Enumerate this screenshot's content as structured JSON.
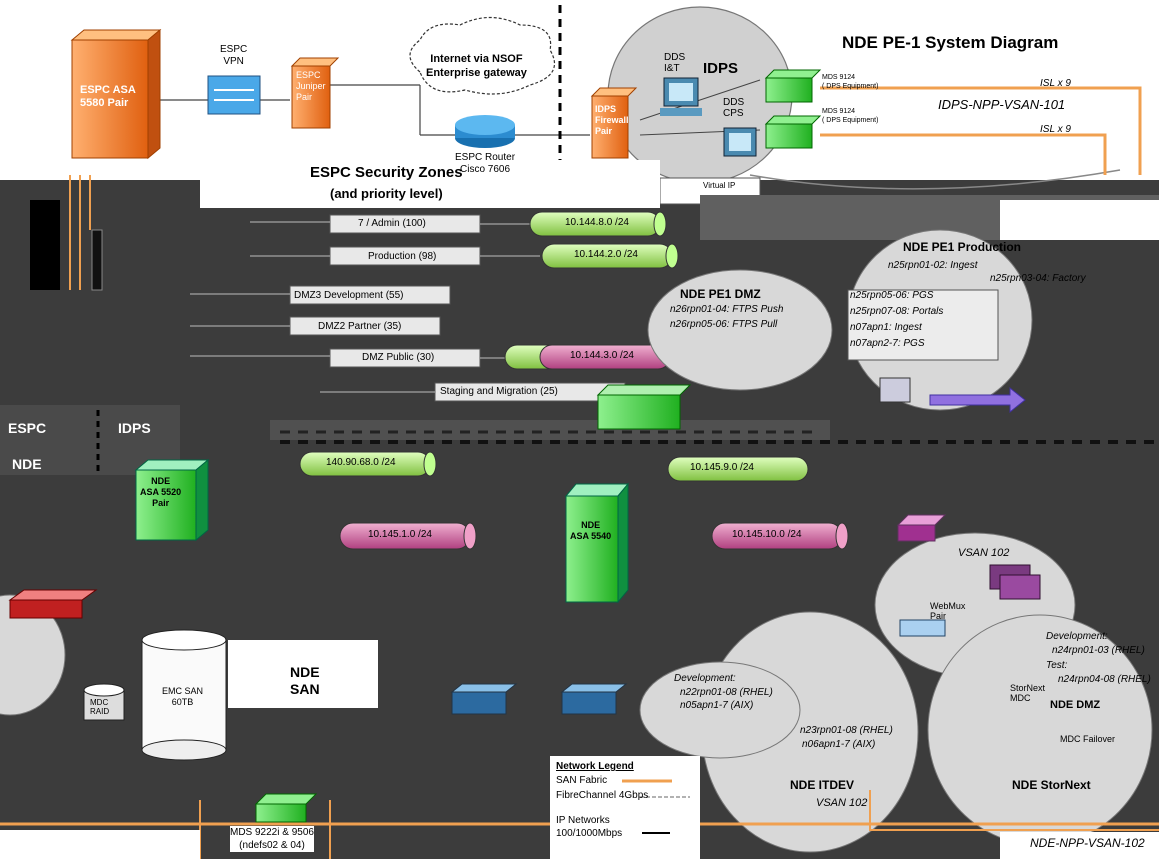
{
  "diagram": {
    "title": "NDE PE-1 System Diagram",
    "espc_asa": "ESPC ASA\n5580 Pair",
    "espc_vpn": "ESPC\nVPN",
    "espc_juniper": "ESPC\nJuniper\nPair",
    "internet_cloud": "Internet via NSOF\nEnterprise gateway",
    "espc_router": "ESPC Router\nCisco 7606",
    "idps_firewall": "IDPS\nFirewall\nPair",
    "dds_it": "DDS\nI&T",
    "idps_label": "IDPS",
    "dds_cps": "DDS\nCPS",
    "mds_top1": "MDS 9124\n( DPS Equipment)",
    "mds_top2": "MDS 9124\n( DPS Equipment)",
    "isl1": "ISL x 9",
    "isl2": "ISL x 9",
    "vsan_idps": "IDPS-NPP-VSAN-101",
    "security_zones_title": "ESPC Security Zones",
    "priority_level": "(and priority level)",
    "virtual_ip": "Virtual IP",
    "zones": {
      "admin": "7 / Admin (100)",
      "production": "Production (98)",
      "dmz3": "DMZ3 Development (55)",
      "dmz2": "DMZ2 Partner (35)",
      "dmz_public": "DMZ Public (30)",
      "staging": "Staging and Migration (25)"
    },
    "subnets": {
      "s1": "10.144.8.0 /24",
      "s2": "10.144.2.0 /24",
      "s3": "10.144.3.0 /24",
      "s4": "140.90.68.0 /24",
      "s5": "10.145.1.0 /24",
      "s6": "10.145.10.0 /24",
      "s7": "10.145.9.0 /24"
    },
    "pe1_prod_title": "NDE PE1 Production",
    "pe1_prod_lines": [
      "n25rpn01-02: Ingest",
      "n25rpn03-04: Factory",
      "n25rpn05-06: PGS",
      "n25rpn07-08: Portals",
      "n07apn1: Ingest",
      "n07apn2-7: PGS"
    ],
    "dmz_title": "NDE PE1 DMZ",
    "dmz_lines": [
      "n26rpn01-04: FTPS Push",
      "n26rpn05-06: FTPS Pull"
    ],
    "espc_region": "ESPC",
    "idps_region": "IDPS",
    "nde_region": "NDE",
    "asa5520": "NDE\nASA 5520\nPair",
    "asa5540": "NDE\nASA 5540",
    "vsan102": "VSAN 102",
    "dev_right": [
      "Development:",
      "n24rpn01-03 (RHEL)",
      "Test:",
      "n24rpn04-08 (RHEL)"
    ],
    "nde_dmz": "NDE DMZ",
    "mdc_failover": "MDC Failover",
    "nde_san": "NDE\nSAN",
    "emc_san": "EMC SAN\n60TB",
    "mdc_raid": "MDC\nRAID",
    "dev_itdev": [
      "Development:",
      "n22rpn01-08 (RHEL)",
      "n05apn1-7 (AIX)"
    ],
    "itdev_lower": [
      "n23rpn01-08 (RHEL)",
      "n06apn1-7 (AIX)"
    ],
    "nde_itdev": "NDE ITDEV",
    "vsan102b": "VSAN 102",
    "nde_stornext": "NDE StorNext",
    "network_legend": "Network Legend",
    "legend_san": "SAN Fabric",
    "legend_fc": "FibreChannel 4Gbps",
    "legend_ip": "IP Networks\n100/1000Mbps",
    "mds_bottom": "MDS 9222i & 9506\n(ndefs02 & 04)",
    "vsan_nde": "NDE-NPP-VSAN-102",
    "webmux": "WebMux\nPair",
    "stornext_mdc": "StorNext\nMDC"
  },
  "colors": {
    "orange_line": "#f0a050",
    "asa_orange": "#f07820",
    "green_device": "#33cc33",
    "subnet_green": "#a8e070",
    "subnet_pink": "#d070a0",
    "circle_gray": "#d8d8d8",
    "dark_band": "#404040"
  }
}
